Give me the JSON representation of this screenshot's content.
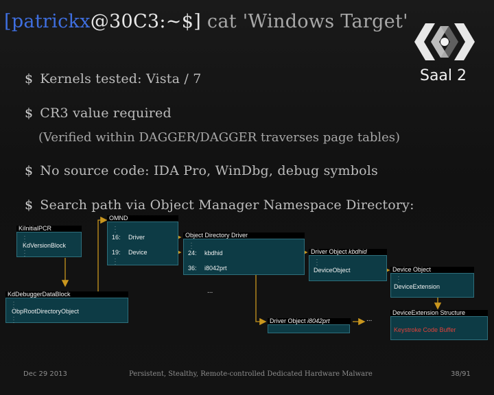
{
  "title": {
    "user": "[patrickx",
    "host": "@30C3:~$]",
    "cmd": " cat 'Windows Target'"
  },
  "logo": {
    "label": "Saal 2"
  },
  "bullets": [
    {
      "marker": "$",
      "text": "Kernels tested: Vista / 7"
    },
    {
      "marker": "$",
      "text": "CR3 value required"
    },
    {
      "marker": "$",
      "text": "No source code: IDA Pro, WinDbg, debug symbols"
    },
    {
      "marker": "$",
      "text": "Search path via Object Manager Namespace Directory:"
    }
  ],
  "subtext": "(Verified within DAGGER/DAGGER traverses page tables)",
  "diagram": {
    "kipcr": {
      "header": "KiInitialPCR",
      "field": "KdVersionBlock"
    },
    "kddb": {
      "header": "KdDebuggerDataBlock",
      "field": "ObpRootDirectoryObject"
    },
    "omnd": {
      "header": "OMND",
      "row1_idx": "16:",
      "row1_name": "Driver",
      "row2_idx": "19:",
      "row2_name": "Device"
    },
    "objdir": {
      "header": "Object Directory Driver",
      "row1_idx": "24:",
      "row1_name": "kbdhid",
      "row2_idx": "36:",
      "row2_name": "i8042prt",
      "more": "..."
    },
    "kbdhid": {
      "header_prefix": "Driver Object ",
      "header_name": "kbdhid",
      "field": "DeviceObject"
    },
    "i8042": {
      "header_prefix": "Driver Object ",
      "header_name": "i8042prt",
      "more": "..."
    },
    "devobj": {
      "header": "Device Object",
      "field": "DeviceExtension"
    },
    "devext": {
      "header": "DeviceExtension Structure",
      "field": "Keystroke Code Buffer"
    },
    "colors": {
      "box": "#0d3b45",
      "arrow": "#c9961e",
      "highlight": "#e0413a"
    }
  },
  "footer": {
    "date": "Dec 29  2013",
    "title": "Persistent, Stealthy, Remote-controlled Dedicated Hardware Malware",
    "page": "38/91"
  }
}
